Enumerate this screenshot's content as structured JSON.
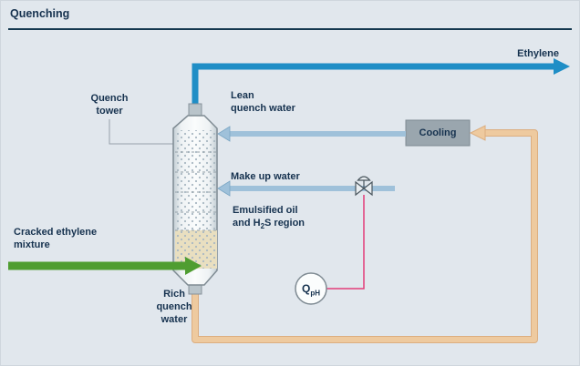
{
  "title": "Quenching",
  "colors": {
    "background": "#e1e7ed",
    "header_rule": "#14384f",
    "text": "#16324f",
    "ethylene_pipe": "#1f8ec6",
    "water_pipe": "#9fc1da",
    "quench_loop_pipe": "#eeca9f",
    "feed_pipe": "#4f9d31",
    "signal_line": "#e23d7a",
    "cooling_box": "#9aa6ae"
  },
  "diagram": {
    "tower": {
      "label_line1": "Quench",
      "label_line2": "tower"
    },
    "cooling": {
      "label": "Cooling"
    },
    "analyzer": {
      "symbol": "Q",
      "subscript": "pH"
    },
    "streams": {
      "ethylene": {
        "label": "Ethylene"
      },
      "lean_quench_water": {
        "label_line1": "Lean",
        "label_line2": "quench water"
      },
      "make_up_water": {
        "label": "Make up water"
      },
      "cracked_ethylene_mixture": {
        "label_line1": "Cracked ethylene",
        "label_line2": "mixture"
      },
      "rich_quench_water": {
        "label_line1": "Rich",
        "label_line2": "quench",
        "label_line3": "water"
      }
    },
    "regions": {
      "emulsified": {
        "line1": "Emulsified oil",
        "line2_prefix": "and H",
        "line2_sub": "2",
        "line2_suffix": "S region"
      }
    }
  }
}
